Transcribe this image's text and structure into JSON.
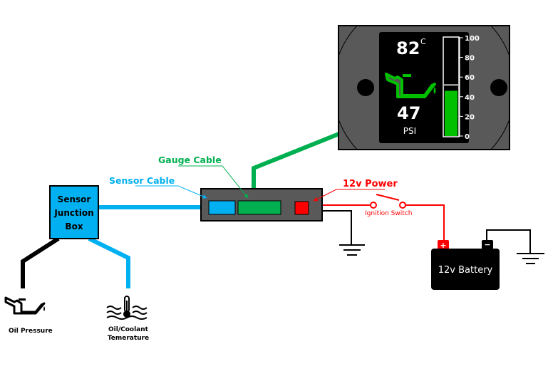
{
  "colors": {
    "sensor_blue": "#00b0f0",
    "gauge_green": "#00b050",
    "power_red": "#ff0000",
    "wire_black": "#000000",
    "module_gray": "#595959",
    "bar_green": "#00c000"
  },
  "gauge": {
    "temperature_value": "82",
    "temperature_unit": "C",
    "pressure_value": "47",
    "pressure_unit": "PSI",
    "bar_level_psi": 46,
    "bar_marker_psi": 52,
    "scale_min": 0,
    "scale_max": 100,
    "scale_ticks": [
      "100",
      "80",
      "60",
      "40",
      "20",
      "0"
    ],
    "icon": "oil-can-icon"
  },
  "labels": {
    "gauge_cable": "Gauge Cable",
    "sensor_cable": "Sensor Cable",
    "power": "12v Power",
    "ignition_switch": "Ignition Switch",
    "battery": "12v Battery",
    "battery_positive": "+",
    "battery_negative": "−",
    "junction_box": [
      "Sensor",
      "Junction",
      "Box"
    ],
    "oil_pressure": "Oil Pressure",
    "temperature_sensor": [
      "Oil/Coolant",
      "Temerature"
    ]
  }
}
